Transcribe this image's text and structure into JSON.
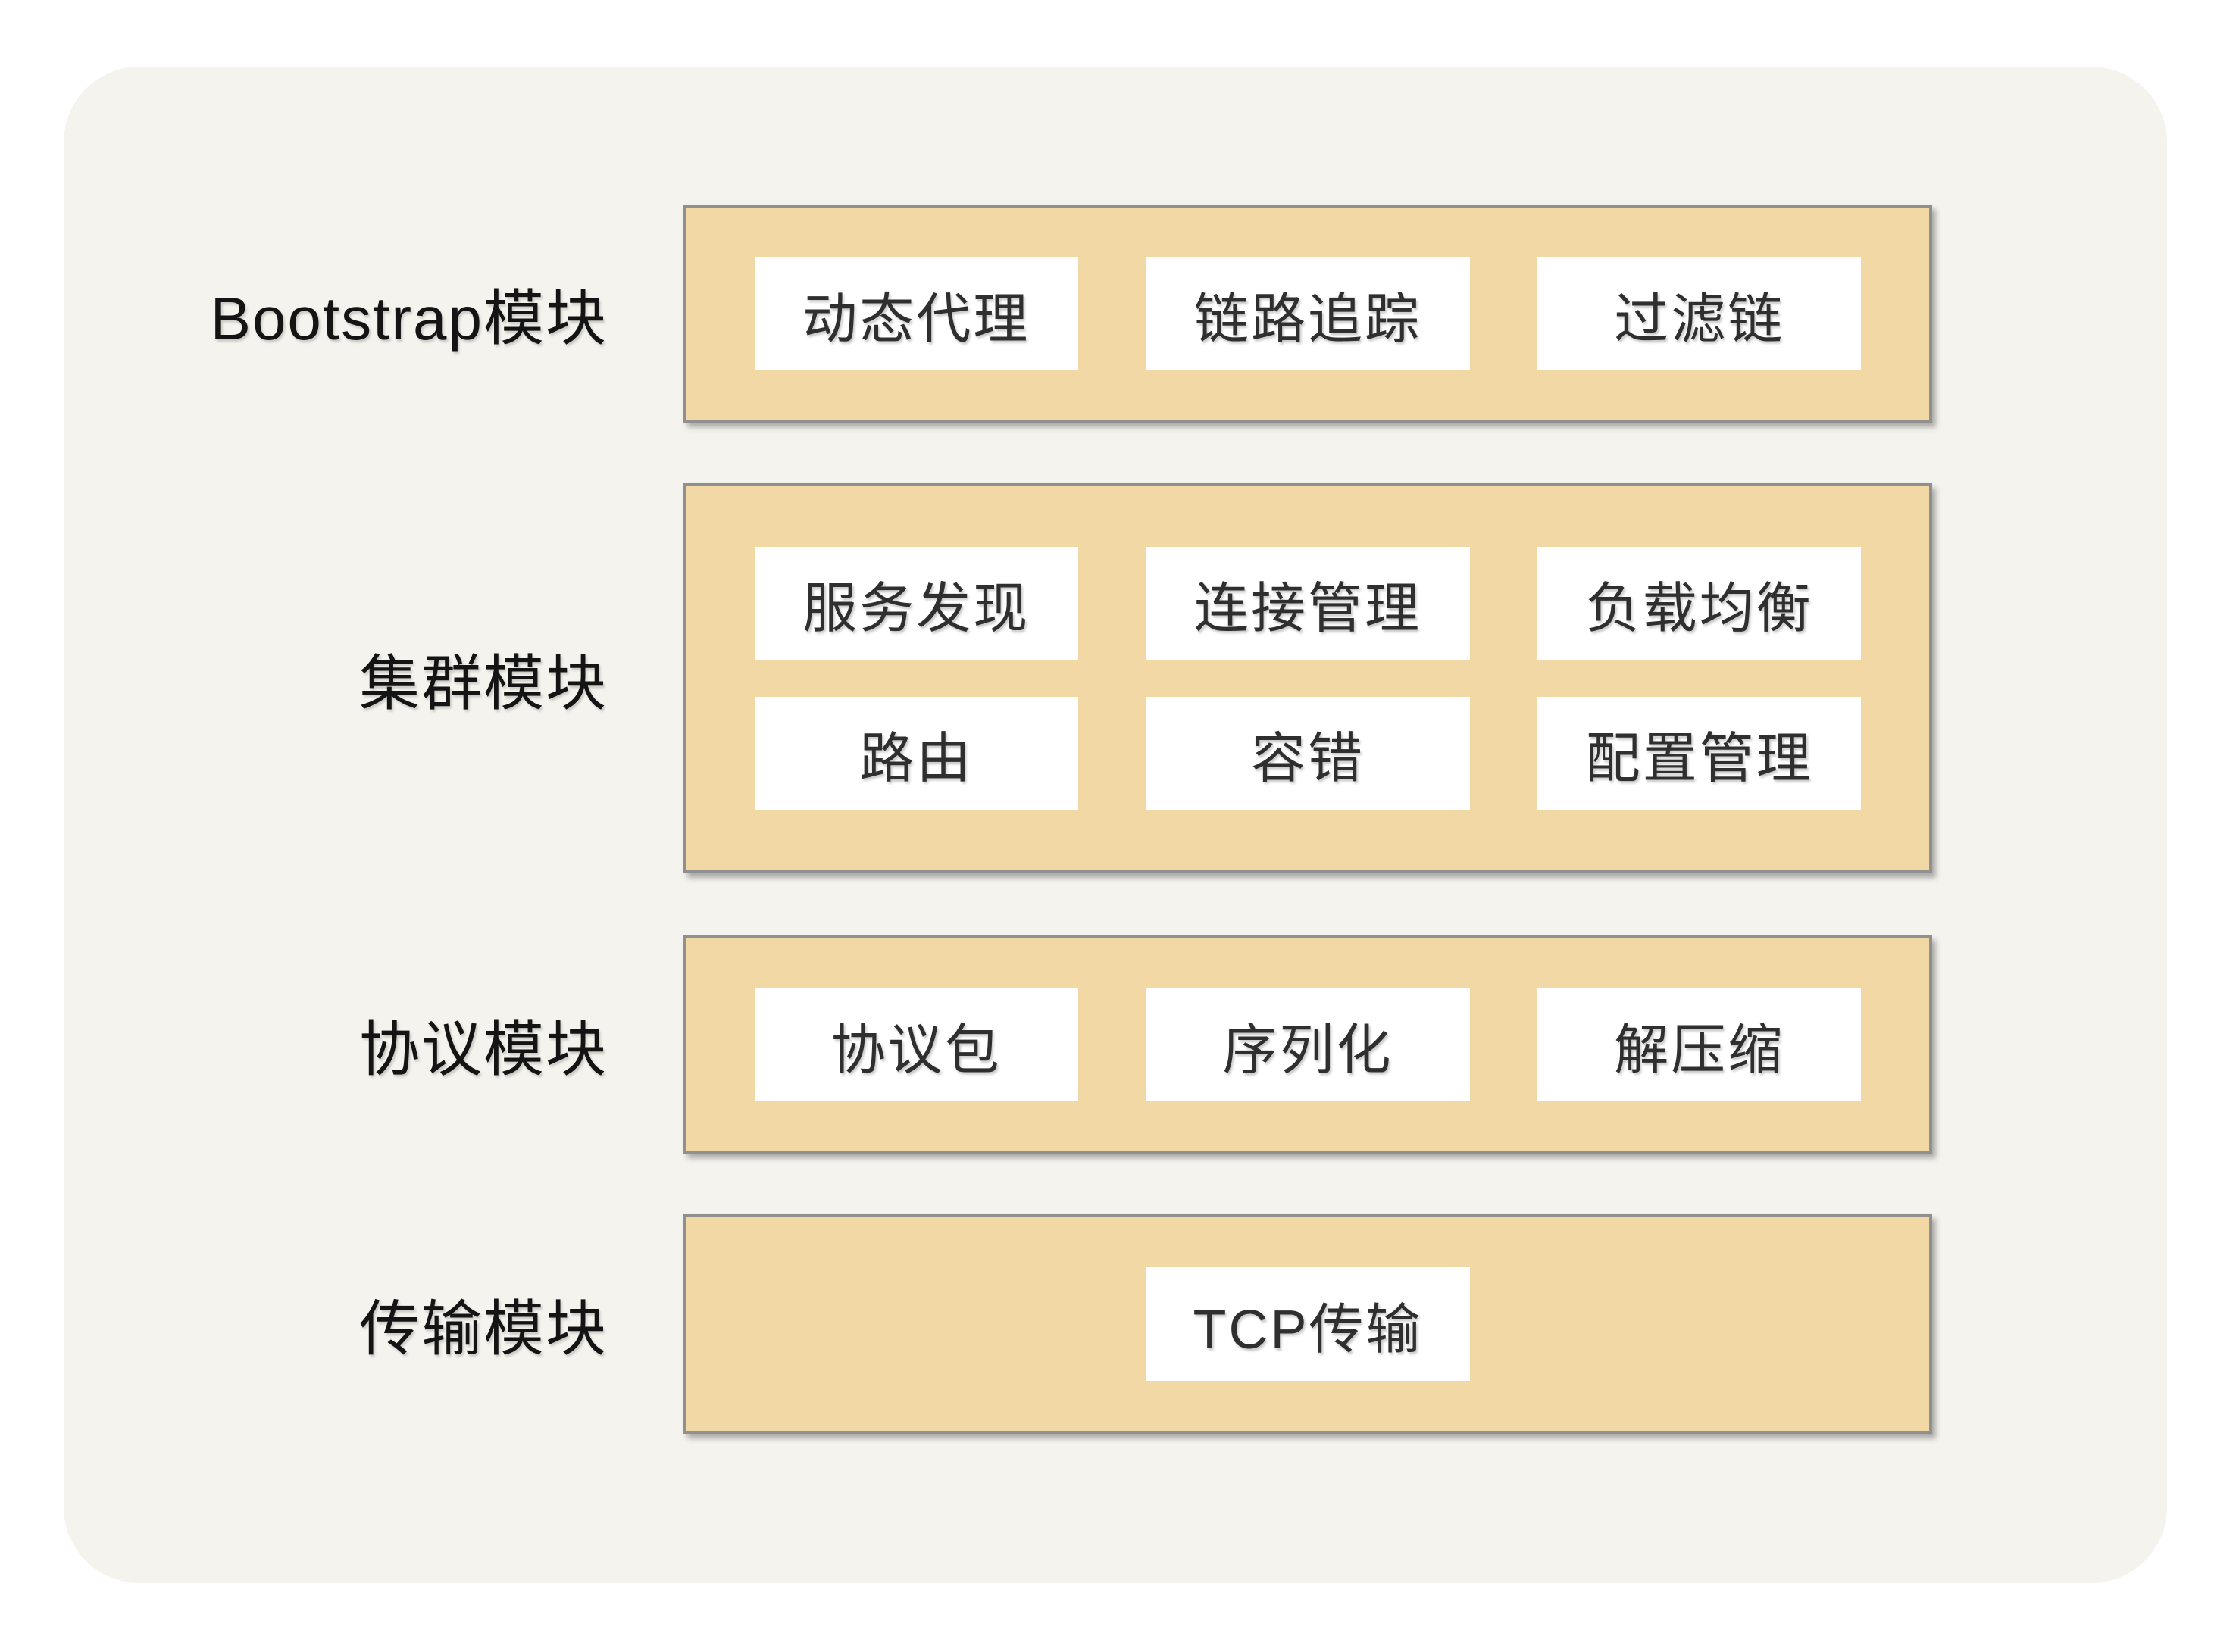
{
  "page": {
    "background": "#FFFFFF"
  },
  "diagram": {
    "panel_background": "#F4F3ED",
    "module_fill": "#F2D8A4",
    "module_border_color": "#909090",
    "cell_background": "#FFFFFF",
    "label_text_color": "#141414",
    "cell_text_color": "#2F2F2F",
    "rows": [
      {
        "label": "Bootstrap模块",
        "cell_rows": [
          [
            "动态代理",
            "链路追踪",
            "过滤链"
          ]
        ]
      },
      {
        "label": "集群模块",
        "cell_rows": [
          [
            "服务发现",
            "连接管理",
            "负载均衡"
          ],
          [
            "路由",
            "容错",
            "配置管理"
          ]
        ]
      },
      {
        "label": "协议模块",
        "cell_rows": [
          [
            "协议包",
            "序列化",
            "解压缩"
          ]
        ]
      },
      {
        "label": "传输模块",
        "cell_rows": [
          [
            "TCP传输"
          ]
        ]
      }
    ]
  }
}
